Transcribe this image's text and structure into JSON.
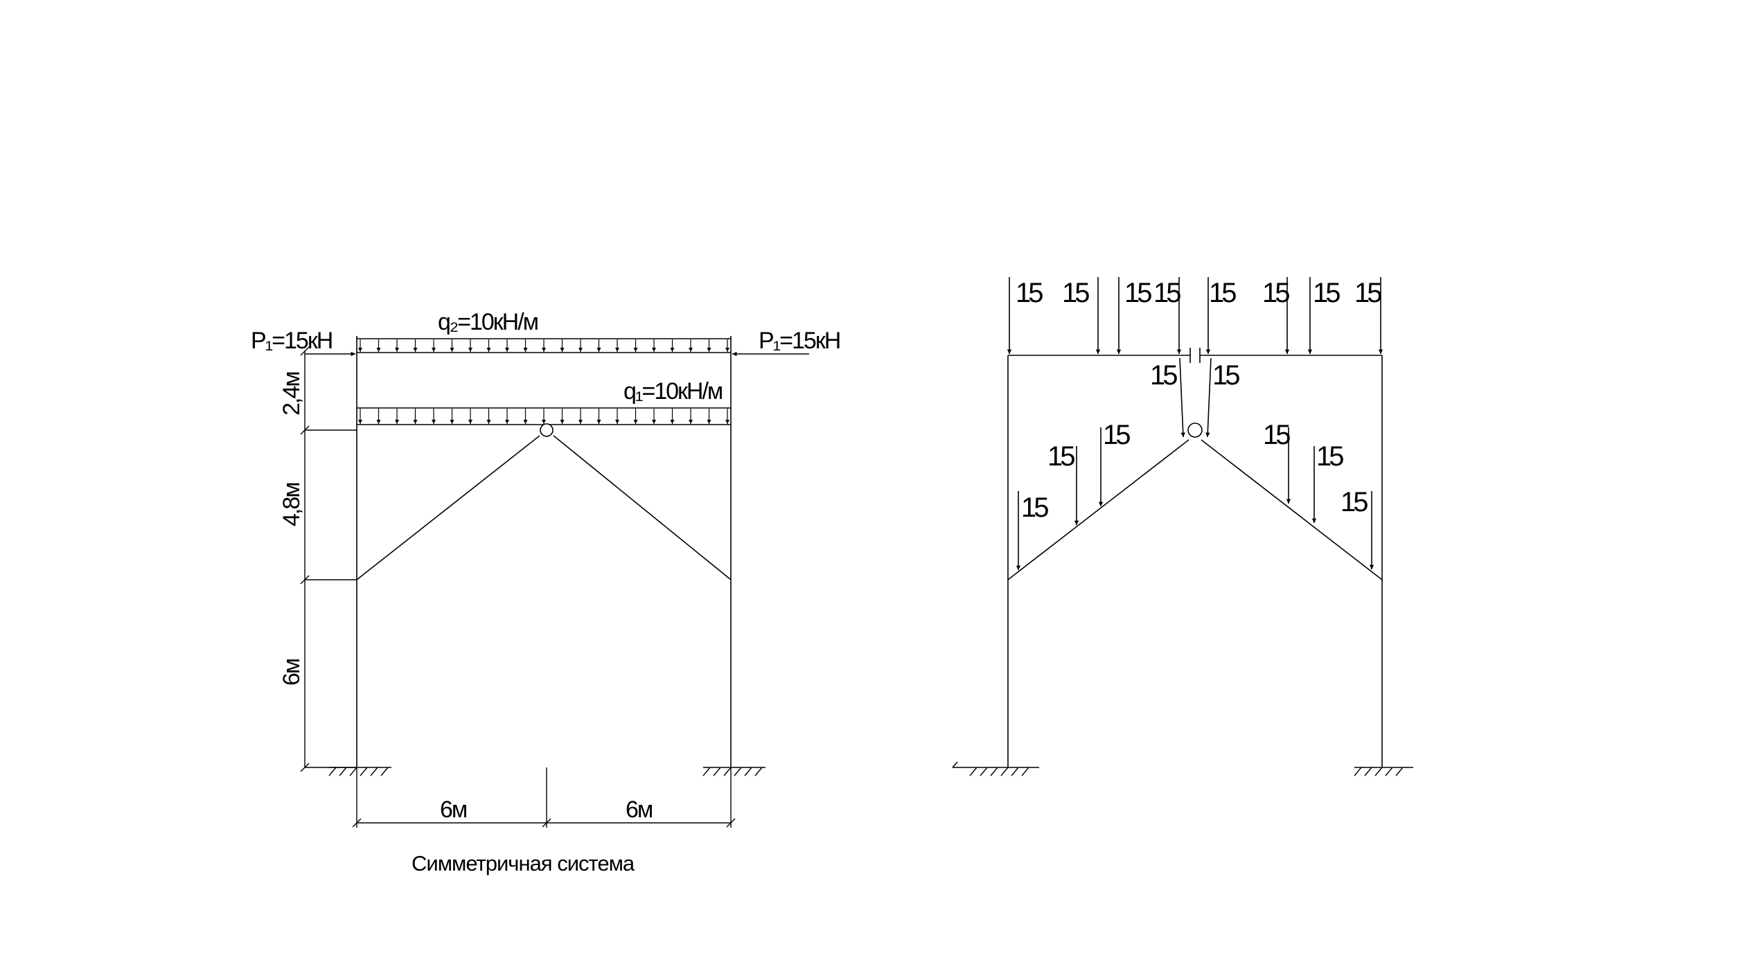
{
  "left_diagram": {
    "load_q2_label": "q₂=10кН/м",
    "load_q1_label": "q₁=10кН/м",
    "force_left_label": "P₁=15кН",
    "force_right_label": "P₁=15кН",
    "dim_top_label": "2,4м",
    "dim_middle_label": "4,8м",
    "dim_bottom_label": "6м",
    "dim_span_left_label": "6м",
    "dim_span_right_label": "6м",
    "caption": "Симметричная система"
  },
  "right_diagram": {
    "top_loads": [
      "15",
      "15",
      "15",
      "15",
      "15",
      "15",
      "15",
      "15"
    ],
    "center_loads": [
      "15",
      "15"
    ],
    "left_rafter_loads": [
      "15",
      "15",
      "15"
    ],
    "right_rafter_loads": [
      "15",
      "15",
      "15"
    ]
  }
}
